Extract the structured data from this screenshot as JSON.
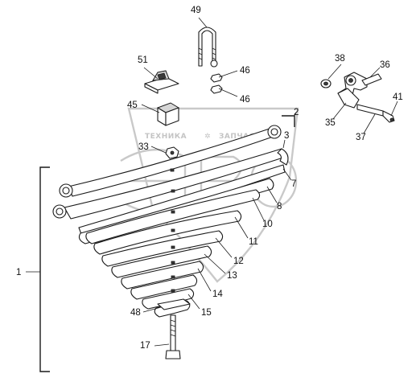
{
  "diagram": {
    "watermark": {
      "left_text": "ТЕХНИКА",
      "right_text": "ЗАПЧАСТИ"
    },
    "callouts": [
      {
        "id": "c1",
        "label": "1"
      },
      {
        "id": "c2",
        "label": "2"
      },
      {
        "id": "c3",
        "label": "3"
      },
      {
        "id": "c7",
        "label": "7"
      },
      {
        "id": "c8",
        "label": "8"
      },
      {
        "id": "c10",
        "label": "10"
      },
      {
        "id": "c11",
        "label": "11"
      },
      {
        "id": "c12",
        "label": "12"
      },
      {
        "id": "c13",
        "label": "13"
      },
      {
        "id": "c14",
        "label": "14"
      },
      {
        "id": "c15",
        "label": "15"
      },
      {
        "id": "c17",
        "label": "17"
      },
      {
        "id": "c33",
        "label": "33"
      },
      {
        "id": "c35",
        "label": "35"
      },
      {
        "id": "c36",
        "label": "36"
      },
      {
        "id": "c37",
        "label": "37"
      },
      {
        "id": "c38",
        "label": "38"
      },
      {
        "id": "c41",
        "label": "41"
      },
      {
        "id": "c45",
        "label": "45"
      },
      {
        "id": "c46a",
        "label": "46"
      },
      {
        "id": "c46b",
        "label": "46"
      },
      {
        "id": "c48",
        "label": "48"
      },
      {
        "id": "c49",
        "label": "49"
      },
      {
        "id": "c51",
        "label": "51"
      }
    ]
  }
}
